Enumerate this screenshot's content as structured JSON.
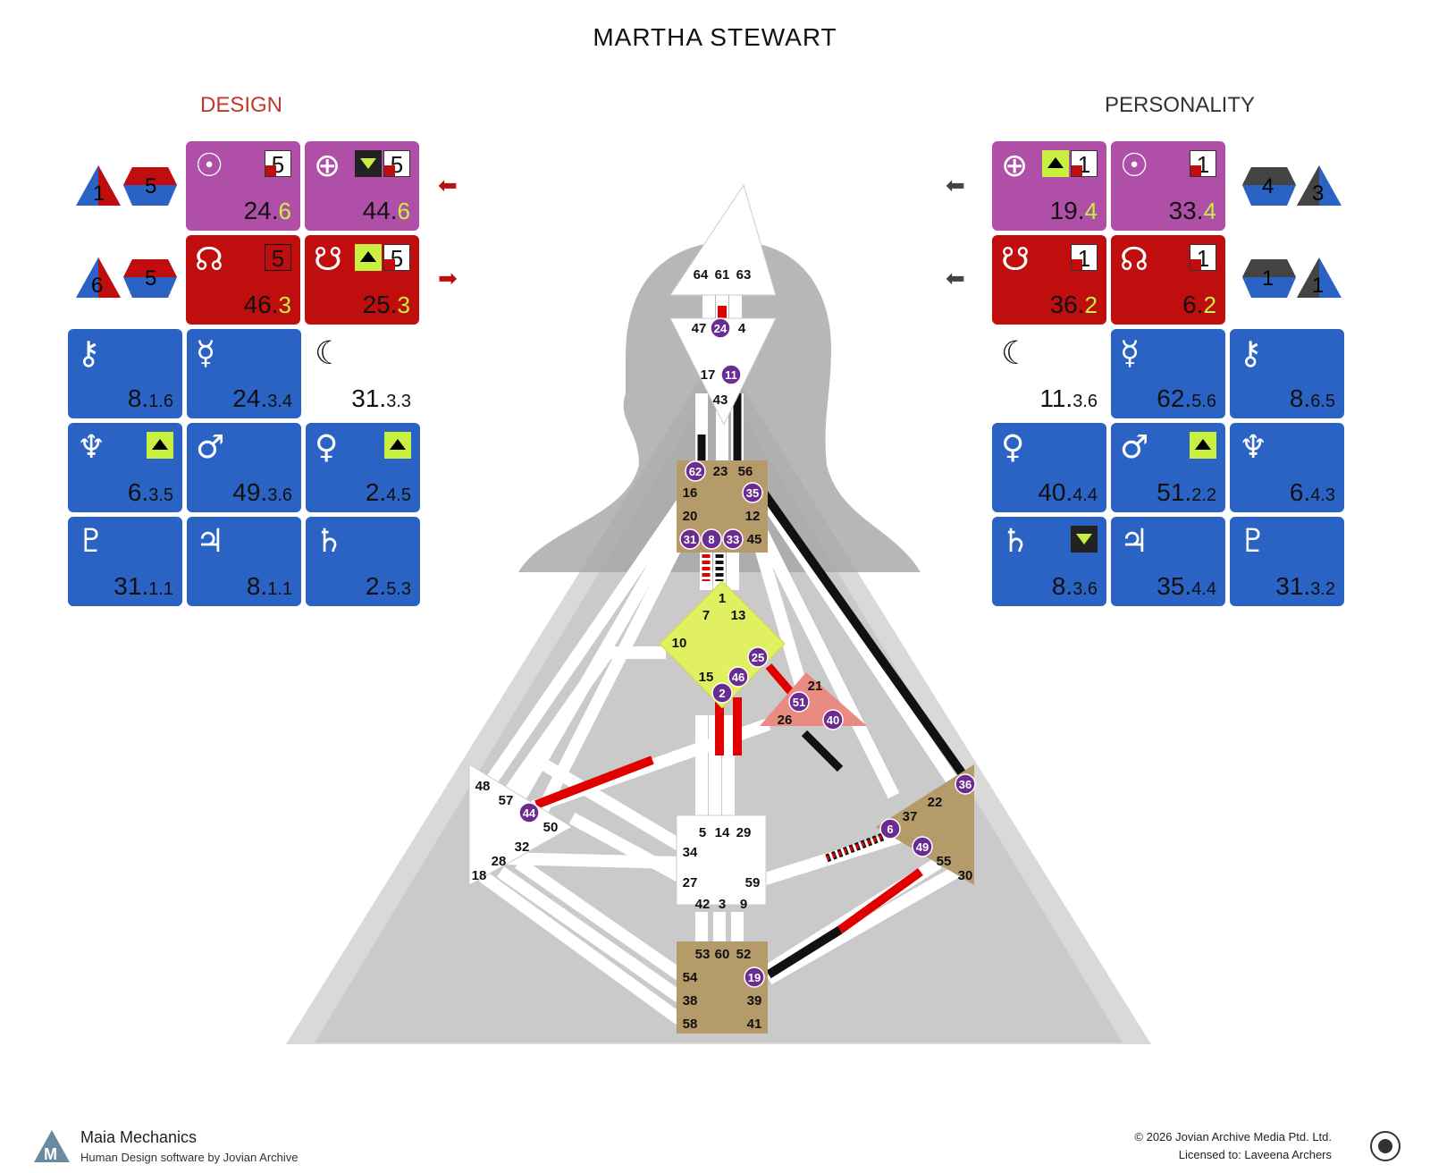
{
  "title": "MARTHA STEWART",
  "design_label": "DESIGN",
  "personality_label": "PERSONALITY",
  "colors": {
    "design": "#c00e0e",
    "personality": "#222222",
    "purple": "#b04fa8",
    "blue": "#2b63c5",
    "tan": "#b59a6a",
    "yellow": "#e0f060",
    "salmon": "#e98b80"
  },
  "design": {
    "sun": {
      "icon": "sun-icon",
      "gate": "24.",
      "line": "6",
      "box": "5"
    },
    "earth": {
      "icon": "earth-icon",
      "gate": "44.",
      "line": "6",
      "box": "5"
    },
    "north_node": {
      "icon": "north-node-icon",
      "gate": "46.",
      "line": "3",
      "box": "5"
    },
    "south_node": {
      "icon": "south-node-icon",
      "gate": "25.",
      "line": "3",
      "box": "5"
    },
    "variable_top": [
      "1",
      "5"
    ],
    "variable_bottom": [
      "6",
      "5"
    ],
    "planets": [
      {
        "icon": "chiron-icon",
        "symbol": "⚷",
        "gate": "8.",
        "sub": "1.6"
      },
      {
        "icon": "mercury-icon",
        "symbol": "☿",
        "gate": "24.",
        "sub": "3.4"
      },
      {
        "icon": "moon-icon",
        "symbol": "☾",
        "gate": "31.",
        "sub": "3.3"
      },
      {
        "icon": "neptune-icon",
        "symbol": "♆",
        "gate": "6.",
        "sub": "3.5"
      },
      {
        "icon": "mars-icon",
        "symbol": "♂",
        "gate": "49.",
        "sub": "3.6"
      },
      {
        "icon": "venus-icon",
        "symbol": "♀",
        "gate": "2.",
        "sub": "4.5"
      },
      {
        "icon": "pluto-icon",
        "symbol": "♇",
        "gate": "31.",
        "sub": "1.1"
      },
      {
        "icon": "jupiter-icon",
        "symbol": "♃",
        "gate": "8.",
        "sub": "1.1"
      },
      {
        "icon": "saturn-icon",
        "symbol": "♄",
        "gate": "2.",
        "sub": "5.3"
      }
    ]
  },
  "personality": {
    "earth": {
      "icon": "earth-icon",
      "gate": "19.",
      "line": "4",
      "box": "1"
    },
    "sun": {
      "icon": "sun-icon",
      "gate": "33.",
      "line": "4",
      "box": "1"
    },
    "south_node": {
      "icon": "south-node-icon",
      "gate": "36.",
      "line": "2",
      "box": "1"
    },
    "north_node": {
      "icon": "north-node-icon",
      "gate": "6.",
      "line": "2",
      "box": "1"
    },
    "variable_top": [
      "4",
      "3"
    ],
    "variable_bottom": [
      "1",
      "1"
    ],
    "planets": [
      {
        "icon": "moon-icon",
        "symbol": "☾",
        "gate": "11.",
        "sub": "3.6"
      },
      {
        "icon": "mercury-icon",
        "symbol": "☿",
        "gate": "62.",
        "sub": "5.6"
      },
      {
        "icon": "chiron-icon",
        "symbol": "⚷",
        "gate": "8.",
        "sub": "6.5"
      },
      {
        "icon": "venus-icon",
        "symbol": "♀",
        "gate": "40.",
        "sub": "4.4"
      },
      {
        "icon": "mars-icon",
        "symbol": "♂",
        "gate": "51.",
        "sub": "2.2"
      },
      {
        "icon": "neptune-icon",
        "symbol": "♆",
        "gate": "6.",
        "sub": "4.3"
      },
      {
        "icon": "saturn-icon",
        "symbol": "♄",
        "gate": "8.",
        "sub": "3.6"
      },
      {
        "icon": "jupiter-icon",
        "symbol": "♃",
        "gate": "35.",
        "sub": "4.4"
      },
      {
        "icon": "pluto-icon",
        "symbol": "♇",
        "gate": "31.",
        "sub": "3.2"
      }
    ]
  },
  "gates": {
    "head": [
      "64",
      "61",
      "63"
    ],
    "ajna": [
      "47",
      "24",
      "4",
      "17",
      "11",
      "43"
    ],
    "throat": [
      "62",
      "23",
      "56",
      "16",
      "35",
      "20",
      "12",
      "31",
      "8",
      "33",
      "45"
    ],
    "g": [
      "1",
      "7",
      "13",
      "10",
      "25",
      "15",
      "46",
      "2"
    ],
    "ego": [
      "21",
      "51",
      "26",
      "40"
    ],
    "spleen": [
      "48",
      "57",
      "44",
      "50",
      "32",
      "28",
      "18"
    ],
    "sacral": [
      "5",
      "14",
      "29",
      "34",
      "27",
      "59",
      "42",
      "3",
      "9"
    ],
    "solar": [
      "36",
      "22",
      "37",
      "6",
      "49",
      "55",
      "30"
    ],
    "root": [
      "53",
      "60",
      "52",
      "54",
      "19",
      "38",
      "39",
      "58",
      "41"
    ]
  },
  "activated_gates": [
    "24",
    "11",
    "62",
    "35",
    "31",
    "8",
    "33",
    "25",
    "46",
    "2",
    "51",
    "40",
    "44",
    "36",
    "6",
    "49",
    "19"
  ],
  "footer": {
    "brand": "Maia Mechanics",
    "tagline": "Human Design software by Jovian Archive",
    "copyright": "© 2026 Jovian Archive Media Ptd. Ltd.",
    "license": "Licensed to: Laveena Archers"
  }
}
